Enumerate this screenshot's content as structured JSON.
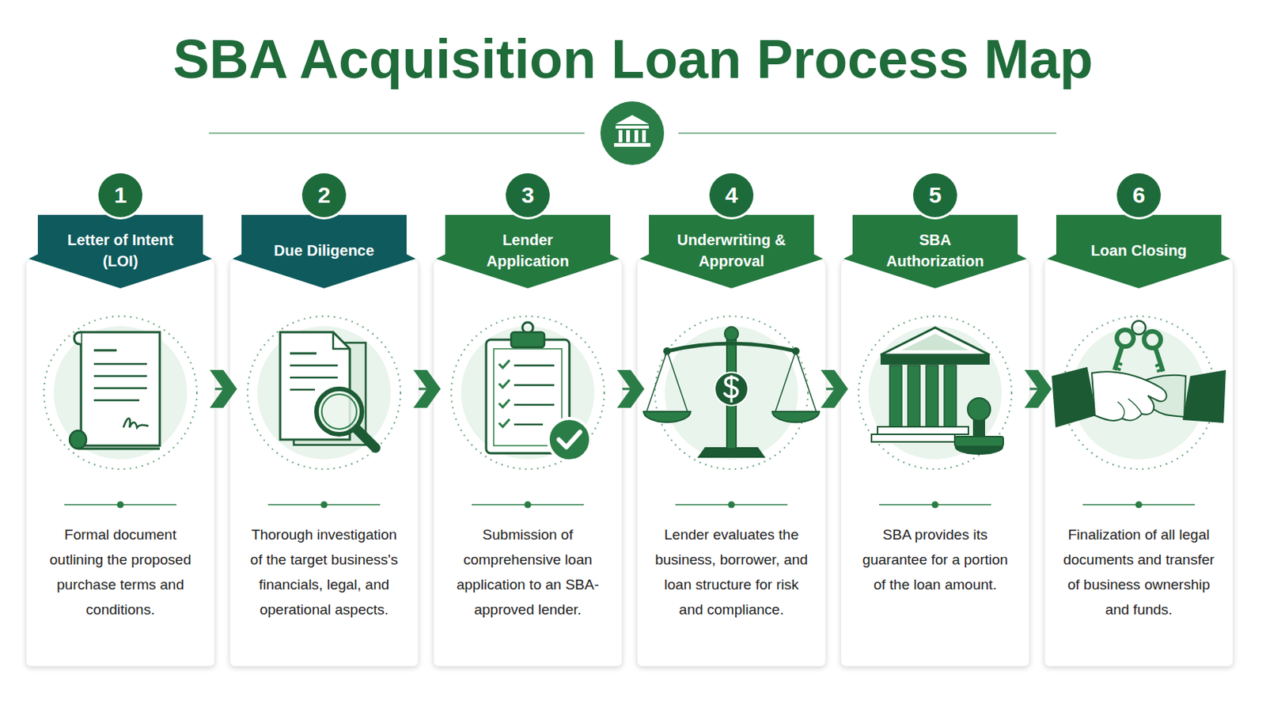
{
  "diagram": {
    "title": "SBA Acquisition Loan Process Map",
    "nodes": [
      {
        "text": [
          "Letter of Intent (LOI)",
          "Formal document outlining the proposed purchase terms and conditions."
        ]
      },
      {
        "text": [
          "Due Diligence",
          "Thorough investigation of the target business's financials, legal, and operational aspects."
        ]
      },
      {
        "text": [
          "Lender Application",
          "Submission of comprehensive loan application to an SBA-approved lender."
        ]
      },
      {
        "text": [
          "Underwriting & Approval",
          "Lender evaluates the business, borrower, and loan structure for risk and compliance."
        ]
      },
      {
        "text": [
          "SBA Authorization",
          "SBA provides its guarantee for a portion of the loan amount."
        ]
      },
      {
        "text": [
          "Loan Closing",
          "Finalization of all legal documents and transfer of business ownership and funds."
        ]
      }
    ],
    "edges": [
      {
        "from": 0,
        "to": 1,
        "arrow": "to"
      },
      {
        "from": 1,
        "to": 2,
        "arrow": "to"
      },
      {
        "from": 2,
        "to": 3,
        "arrow": "to"
      },
      {
        "from": 3,
        "to": 4,
        "arrow": "to"
      },
      {
        "from": 4,
        "to": 5,
        "arrow": "to"
      }
    ],
    "labels": [
      "1",
      "2",
      "3",
      "4",
      "5",
      "6"
    ]
  }
}
